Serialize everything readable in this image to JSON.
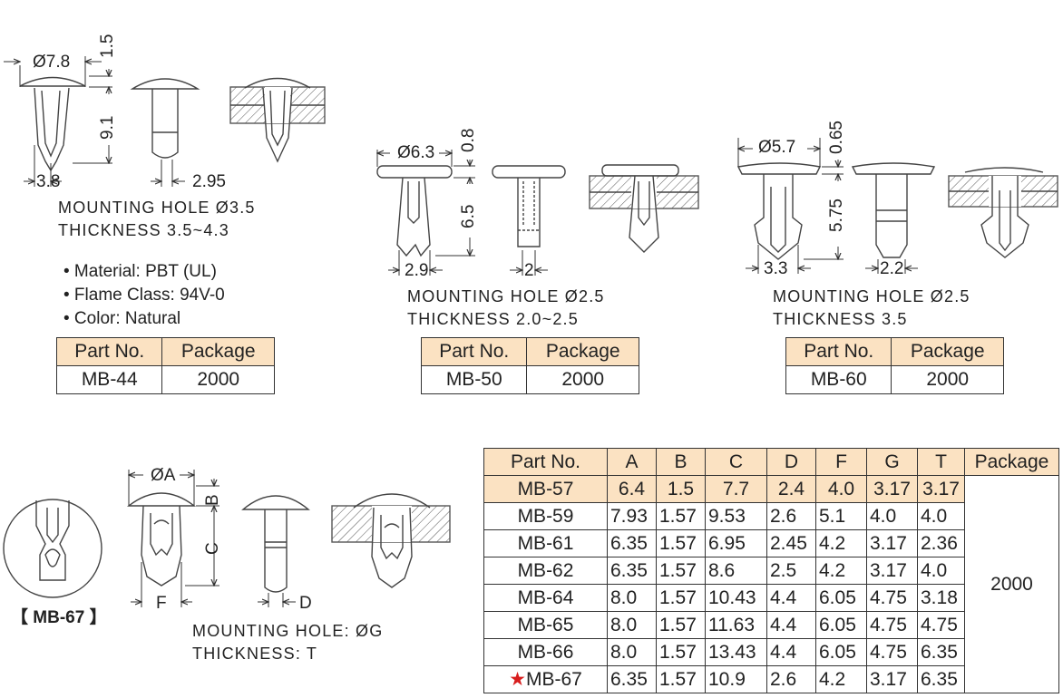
{
  "groups": [
    {
      "dims": {
        "d": "Ø7.8",
        "h": "1.5",
        "l": "9.1",
        "w": "3.8",
        "hole": "2.95"
      },
      "notes": [
        "MOUNTING HOLE Ø3.5",
        "THICKNESS 3.5~4.3"
      ],
      "table": {
        "headers": [
          "Part No.",
          "Package"
        ],
        "row": [
          "MB-44",
          "2000"
        ]
      }
    },
    {
      "dims": {
        "d": "Ø6.3",
        "h": "0.8",
        "l": "6.5",
        "w": "2.9",
        "hole": "2"
      },
      "notes": [
        "MOUNTING HOLE Ø2.5",
        "THICKNESS 2.0~2.5"
      ],
      "table": {
        "headers": [
          "Part No.",
          "Package"
        ],
        "row": [
          "MB-50",
          "2000"
        ]
      }
    },
    {
      "dims": {
        "d": "Ø5.7",
        "h": "0.65",
        "l": "5.75",
        "w": "3.3",
        "hole": "2.2"
      },
      "notes": [
        "MOUNTING HOLE Ø2.5",
        "THICKNESS 3.5"
      ],
      "table": {
        "headers": [
          "Part No.",
          "Package"
        ],
        "row": [
          "MB-60",
          "2000"
        ]
      }
    }
  ],
  "specs": [
    "• Material: PBT (UL)",
    "• Flame Class: 94V-0",
    "• Color: Natural"
  ],
  "mb67": {
    "label": "【 MB-67 】",
    "dims": {
      "a": "ØA",
      "b": "B",
      "c": "C",
      "f": "F",
      "d": "D"
    },
    "notes": [
      "MOUNTING HOLE: ØG",
      "THICKNESS: T"
    ]
  },
  "main_table": {
    "headers": [
      "Part No.",
      "A",
      "B",
      "C",
      "D",
      "F",
      "G",
      "T",
      "Package"
    ],
    "rows": [
      [
        "MB-57",
        "6.4",
        "1.5",
        "7.7",
        "2.4",
        "4.0",
        "3.17",
        "3.17"
      ],
      [
        "MB-59",
        "7.93",
        "1.57",
        "9.53",
        "2.6",
        "5.1",
        "4.0",
        "4.0"
      ],
      [
        "MB-61",
        "6.35",
        "1.57",
        "6.95",
        "2.45",
        "4.2",
        "3.17",
        "2.36"
      ],
      [
        "MB-62",
        "6.35",
        "1.57",
        "8.6",
        "2.5",
        "4.2",
        "3.17",
        "4.0"
      ],
      [
        "MB-64",
        "8.0",
        "1.57",
        "10.43",
        "4.4",
        "6.05",
        "4.75",
        "3.18"
      ],
      [
        "MB-65",
        "8.0",
        "1.57",
        "11.63",
        "4.4",
        "6.05",
        "4.75",
        "4.75"
      ],
      [
        "MB-66",
        "8.0",
        "1.57",
        "13.43",
        "4.4",
        "6.05",
        "4.75",
        "6.35"
      ],
      [
        "MB-67",
        "6.35",
        "1.57",
        "10.9",
        "2.6",
        "4.2",
        "3.17",
        "6.35"
      ]
    ],
    "package": "2000",
    "star": "★",
    "highlight_color": "#fbe2c2",
    "star_color": "#d81e1e"
  }
}
